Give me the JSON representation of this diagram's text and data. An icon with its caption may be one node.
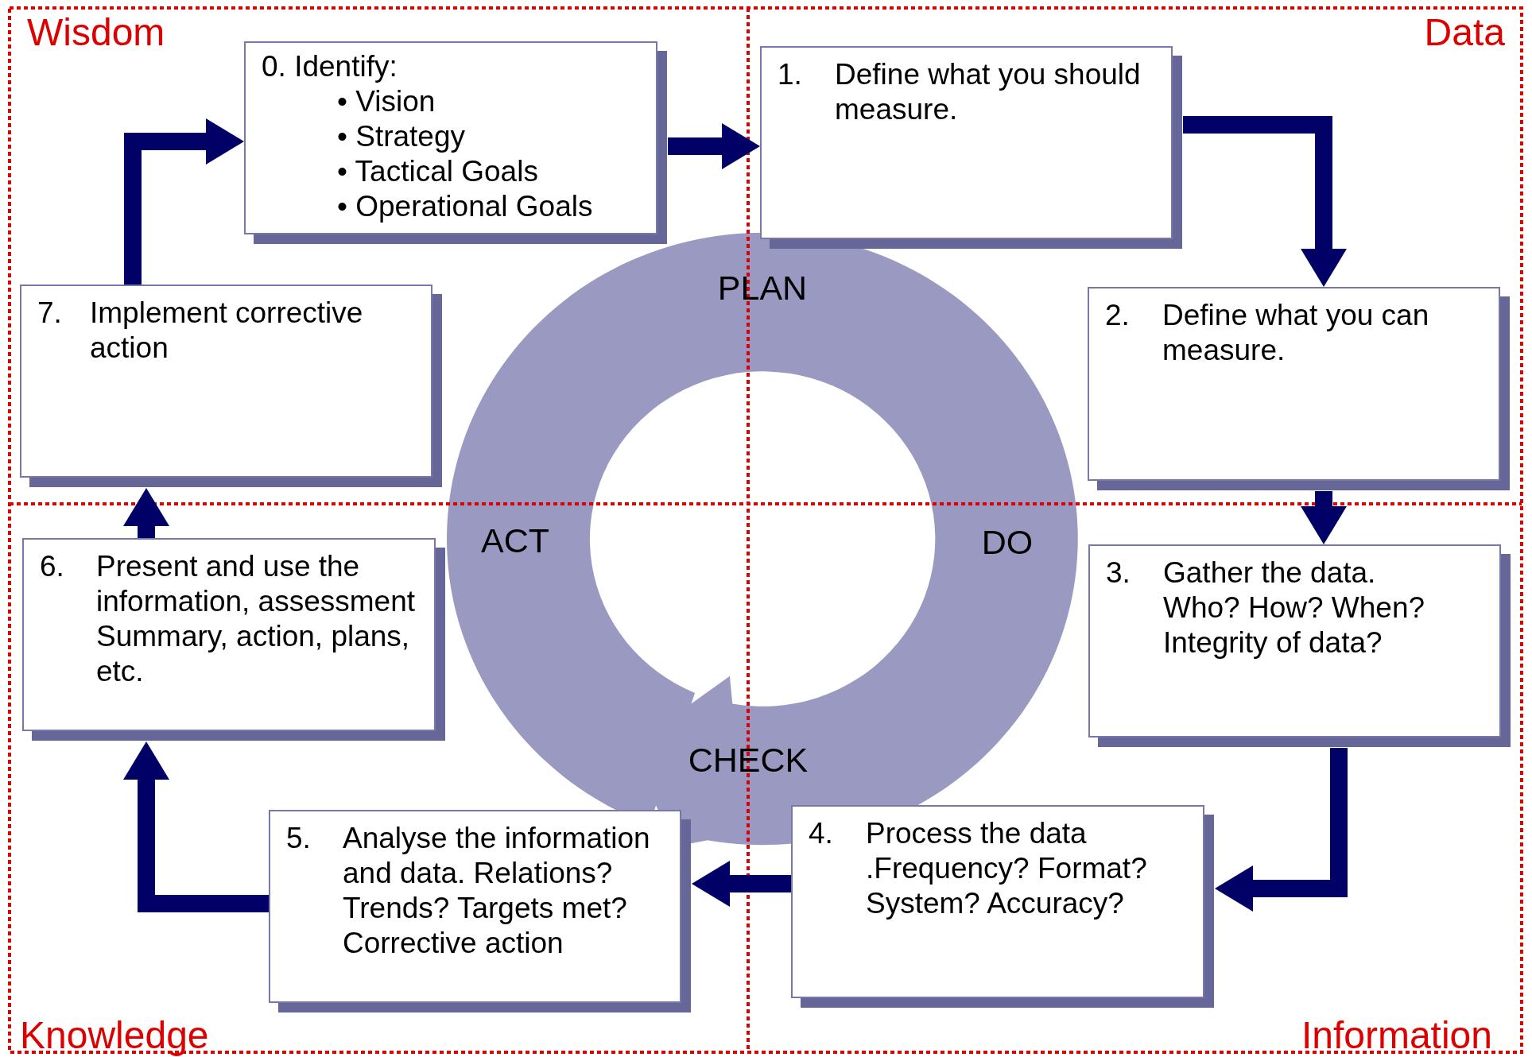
{
  "diagram": {
    "nodes": [
      {
        "text": [
          "0. Identify:",
          "• Vision",
          "• Strategy",
          "• Tactical Goals",
          "• Operational Goals"
        ]
      },
      {
        "text": [
          "1.",
          "Define what you should measure."
        ]
      },
      {
        "text": [
          "2.",
          "Define what you can measure."
        ]
      },
      {
        "text": [
          "3.",
          "Gather the data.",
          "Who? How? When?",
          "Integrity of data?"
        ]
      },
      {
        "text": [
          "4.",
          "Process the data",
          ".Frequency? Format?",
          "System? Accuracy?"
        ]
      },
      {
        "text": [
          "5.",
          "Analyse the information and data.  Relations? Trends? Targets met? Corrective action"
        ]
      },
      {
        "text": [
          "6.",
          "Present and use the information, assessment Summary, action, plans, etc."
        ]
      },
      {
        "text": [
          "7.",
          "Implement corrective action"
        ]
      }
    ],
    "edges": [
      {
        "from": 0,
        "to": 1,
        "arrow": "to"
      },
      {
        "from": 1,
        "to": 2,
        "arrow": "to"
      },
      {
        "from": 2,
        "to": 3,
        "arrow": "to"
      },
      {
        "from": 3,
        "to": 4,
        "arrow": "to"
      },
      {
        "from": 4,
        "to": 5,
        "arrow": "to"
      },
      {
        "from": 5,
        "to": 6,
        "arrow": "to"
      },
      {
        "from": 6,
        "to": 7,
        "arrow": "to"
      },
      {
        "from": 7,
        "to": 0,
        "arrow": "to"
      }
    ],
    "labels": [
      "Wisdom",
      "Data",
      "PLAN",
      "ACT",
      "DO",
      "CHECK",
      "Knowledge",
      "Information"
    ]
  }
}
